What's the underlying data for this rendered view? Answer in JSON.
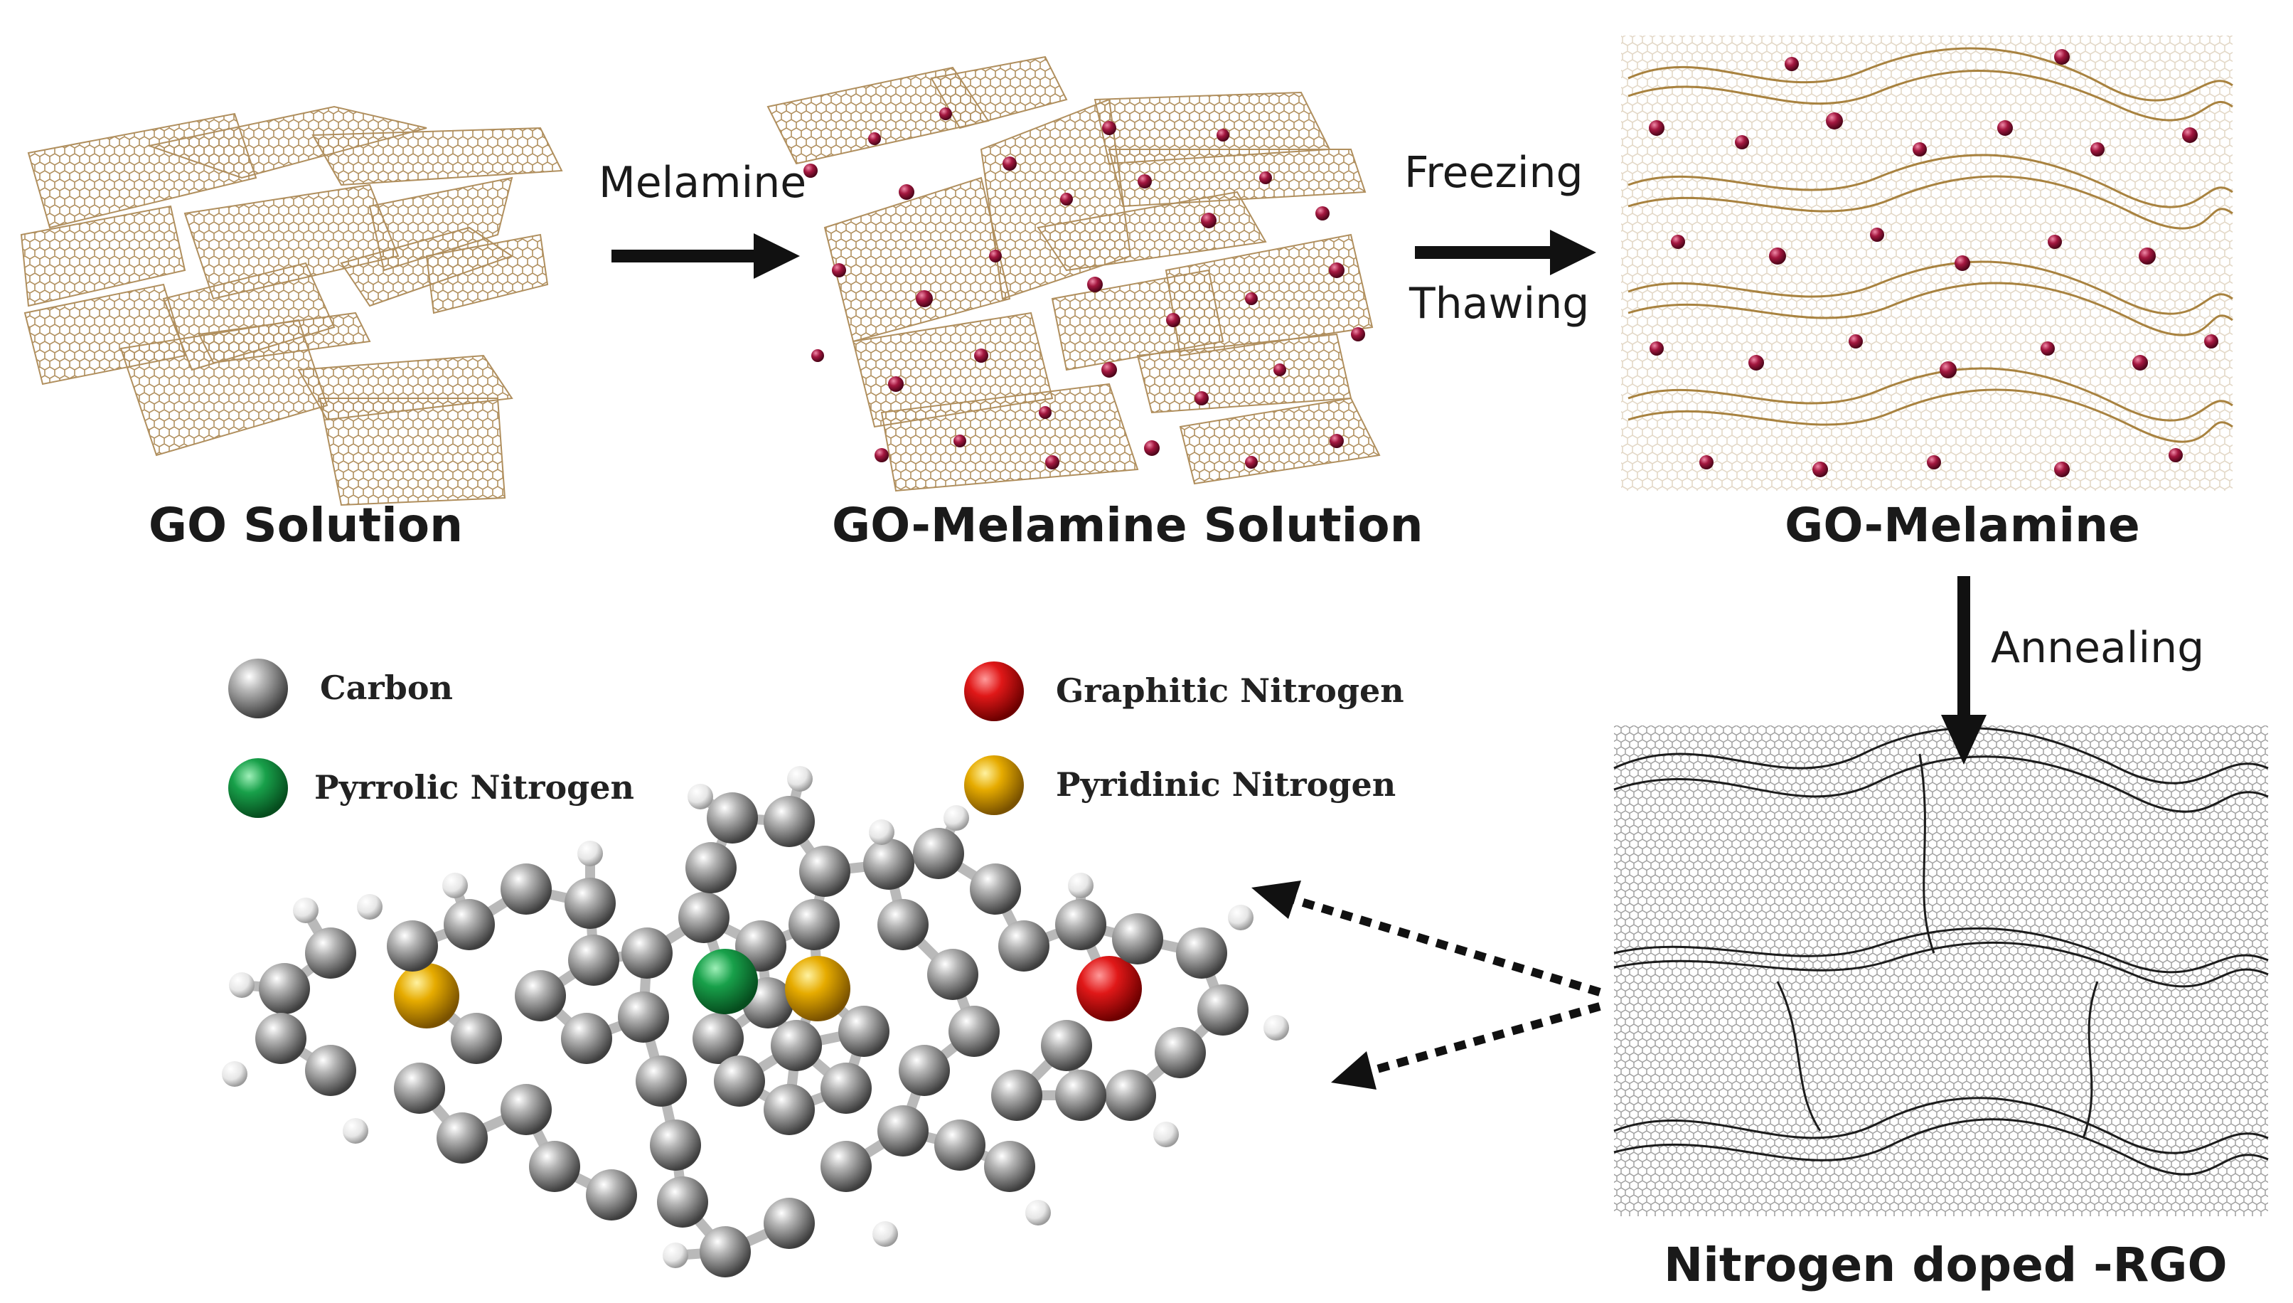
{
  "stages": {
    "go_solution": "GO Solution",
    "go_melamine_solution": "GO-Melamine Solution",
    "go_melamine": "GO-Melamine",
    "n_rgo": "Nitrogen doped -RGO"
  },
  "steps": {
    "melamine": "Melamine",
    "freezing": "Freezing",
    "thawing": "Thawing",
    "annealing": "Annealing"
  },
  "legend": [
    {
      "label": "Carbon",
      "color": "#8c8c8c"
    },
    {
      "label": "Graphitic Nitrogen",
      "color": "#d41414"
    },
    {
      "label": "Pyrrolic Nitrogen",
      "color": "#15a145"
    },
    {
      "label": "Pyridinic Nitrogen",
      "color": "#e0a800"
    }
  ],
  "colors": {
    "go_sheet": "#b89a6a",
    "melamine": "#a01e3c",
    "rgo": "#1c1c1c",
    "hydrogen": "#eeeeee"
  }
}
